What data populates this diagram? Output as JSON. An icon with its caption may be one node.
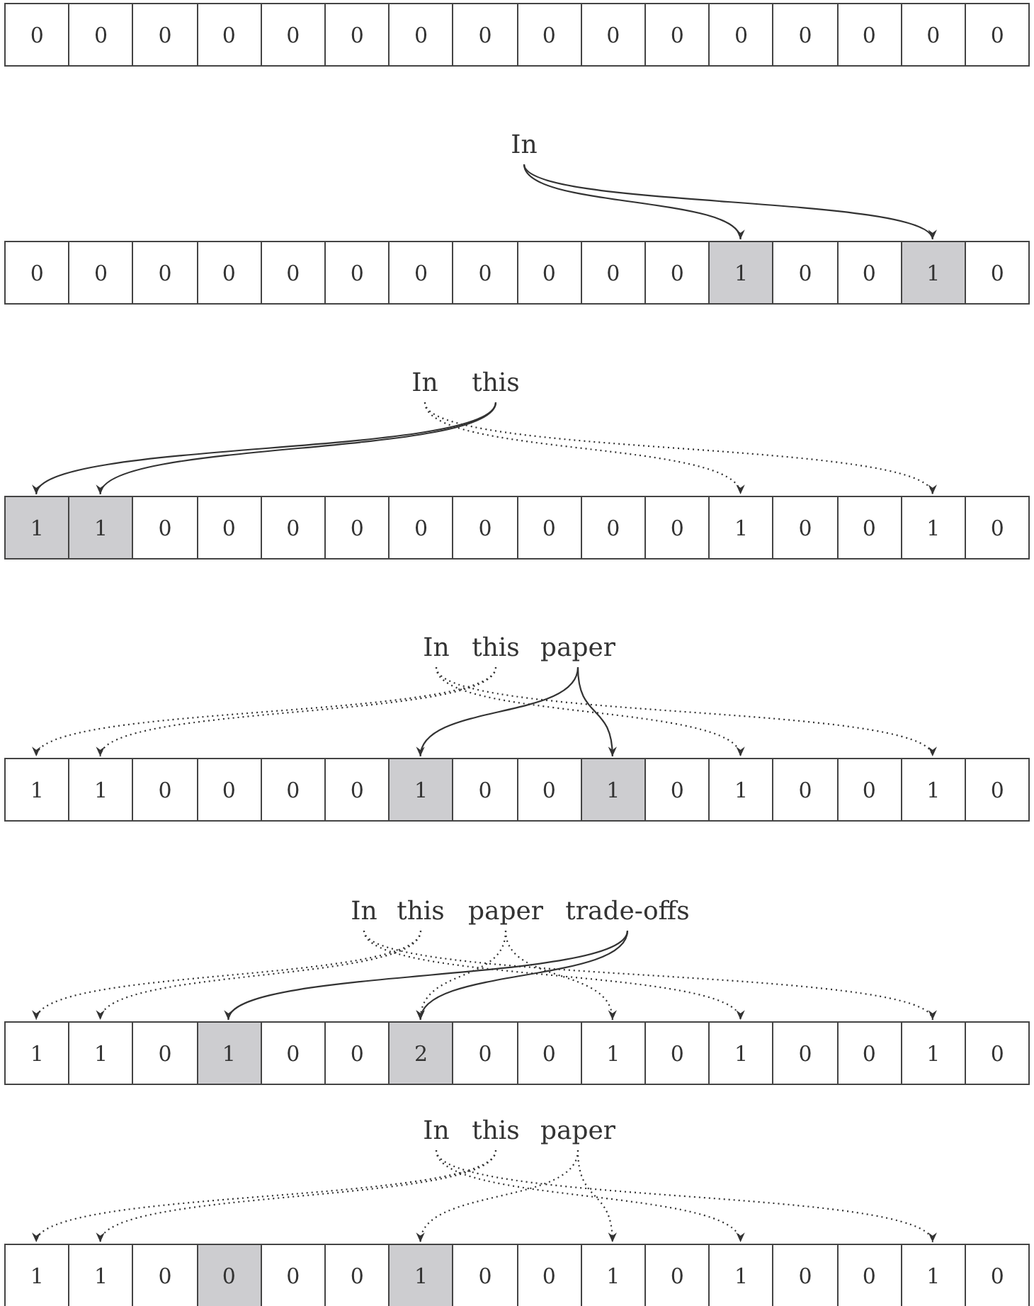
{
  "diagram": {
    "nodes": [
      {
        "text": [
          "0"
        ]
      },
      {
        "text": [
          "0"
        ]
      },
      {
        "text": [
          "0"
        ]
      },
      {
        "text": [
          "0"
        ]
      },
      {
        "text": [
          "0"
        ]
      },
      {
        "text": [
          "0"
        ]
      },
      {
        "text": [
          "0"
        ]
      },
      {
        "text": [
          "0"
        ]
      },
      {
        "text": [
          "0"
        ]
      },
      {
        "text": [
          "0"
        ]
      },
      {
        "text": [
          "0"
        ]
      },
      {
        "text": [
          "0"
        ]
      },
      {
        "text": [
          "0"
        ]
      },
      {
        "text": [
          "0"
        ]
      },
      {
        "text": [
          "0"
        ]
      },
      {
        "text": [
          "0"
        ]
      },
      {
        "text": [
          "In"
        ]
      },
      {
        "text": [
          "0"
        ]
      },
      {
        "text": [
          "0"
        ]
      },
      {
        "text": [
          "0"
        ]
      },
      {
        "text": [
          "0"
        ]
      },
      {
        "text": [
          "0"
        ]
      },
      {
        "text": [
          "0"
        ]
      },
      {
        "text": [
          "0"
        ]
      },
      {
        "text": [
          "0"
        ]
      },
      {
        "text": [
          "0"
        ]
      },
      {
        "text": [
          "0"
        ]
      },
      {
        "text": [
          "0"
        ]
      },
      {
        "text": [
          "1"
        ]
      },
      {
        "text": [
          "0"
        ]
      },
      {
        "text": [
          "0"
        ]
      },
      {
        "text": [
          "1"
        ]
      },
      {
        "text": [
          "0"
        ]
      },
      {
        "text": [
          "In"
        ]
      },
      {
        "text": [
          "this"
        ]
      },
      {
        "text": [
          "1"
        ]
      },
      {
        "text": [
          "1"
        ]
      },
      {
        "text": [
          "0"
        ]
      },
      {
        "text": [
          "0"
        ]
      },
      {
        "text": [
          "0"
        ]
      },
      {
        "text": [
          "0"
        ]
      },
      {
        "text": [
          "0"
        ]
      },
      {
        "text": [
          "0"
        ]
      },
      {
        "text": [
          "0"
        ]
      },
      {
        "text": [
          "0"
        ]
      },
      {
        "text": [
          "0"
        ]
      },
      {
        "text": [
          "1"
        ]
      },
      {
        "text": [
          "0"
        ]
      },
      {
        "text": [
          "0"
        ]
      },
      {
        "text": [
          "1"
        ]
      },
      {
        "text": [
          "0"
        ]
      },
      {
        "text": [
          "In"
        ]
      },
      {
        "text": [
          "this"
        ]
      },
      {
        "text": [
          "paper"
        ]
      },
      {
        "text": [
          "1"
        ]
      },
      {
        "text": [
          "1"
        ]
      },
      {
        "text": [
          "0"
        ]
      },
      {
        "text": [
          "0"
        ]
      },
      {
        "text": [
          "0"
        ]
      },
      {
        "text": [
          "0"
        ]
      },
      {
        "text": [
          "1"
        ]
      },
      {
        "text": [
          "0"
        ]
      },
      {
        "text": [
          "0"
        ]
      },
      {
        "text": [
          "1"
        ]
      },
      {
        "text": [
          "0"
        ]
      },
      {
        "text": [
          "1"
        ]
      },
      {
        "text": [
          "0"
        ]
      },
      {
        "text": [
          "0"
        ]
      },
      {
        "text": [
          "1"
        ]
      },
      {
        "text": [
          "0"
        ]
      },
      {
        "text": [
          "In"
        ]
      },
      {
        "text": [
          "this"
        ]
      },
      {
        "text": [
          "paper"
        ]
      },
      {
        "text": [
          "trade-offs"
        ]
      },
      {
        "text": [
          "1"
        ]
      },
      {
        "text": [
          "1"
        ]
      },
      {
        "text": [
          "0"
        ]
      },
      {
        "text": [
          "1"
        ]
      },
      {
        "text": [
          "0"
        ]
      },
      {
        "text": [
          "0"
        ]
      },
      {
        "text": [
          "2"
        ]
      },
      {
        "text": [
          "0"
        ]
      },
      {
        "text": [
          "0"
        ]
      },
      {
        "text": [
          "1"
        ]
      },
      {
        "text": [
          "0"
        ]
      },
      {
        "text": [
          "1"
        ]
      },
      {
        "text": [
          "0"
        ]
      },
      {
        "text": [
          "0"
        ]
      },
      {
        "text": [
          "1"
        ]
      },
      {
        "text": [
          "0"
        ]
      },
      {
        "text": [
          "In"
        ]
      },
      {
        "text": [
          "this"
        ]
      },
      {
        "text": [
          "paper"
        ]
      },
      {
        "text": [
          "1"
        ]
      },
      {
        "text": [
          "1"
        ]
      },
      {
        "text": [
          "0"
        ]
      },
      {
        "text": [
          "0"
        ]
      },
      {
        "text": [
          "0"
        ]
      },
      {
        "text": [
          "0"
        ]
      },
      {
        "text": [
          "1"
        ]
      },
      {
        "text": [
          "0"
        ]
      },
      {
        "text": [
          "0"
        ]
      },
      {
        "text": [
          "1"
        ]
      },
      {
        "text": [
          "0"
        ]
      },
      {
        "text": [
          "1"
        ]
      },
      {
        "text": [
          "0"
        ]
      },
      {
        "text": [
          "0"
        ]
      },
      {
        "text": [
          "1"
        ]
      },
      {
        "text": [
          "0"
        ]
      }
    ],
    "edges": [
      {
        "from": 16,
        "to": 28,
        "arrow": "to"
      },
      {
        "from": 16,
        "to": 31,
        "arrow": "to"
      },
      {
        "from": 33,
        "to": 46,
        "arrow": "to",
        "style": "dashed"
      },
      {
        "from": 33,
        "to": 49,
        "arrow": "to",
        "style": "dashed"
      },
      {
        "from": 34,
        "to": 35,
        "arrow": "to"
      },
      {
        "from": 34,
        "to": 36,
        "arrow": "to"
      },
      {
        "from": 51,
        "to": 65,
        "arrow": "to",
        "style": "dashed"
      },
      {
        "from": 51,
        "to": 68,
        "arrow": "to",
        "style": "dashed"
      },
      {
        "from": 52,
        "to": 54,
        "arrow": "to",
        "style": "dashed"
      },
      {
        "from": 52,
        "to": 55,
        "arrow": "to",
        "style": "dashed"
      },
      {
        "from": 53,
        "to": 60,
        "arrow": "to"
      },
      {
        "from": 53,
        "to": 63,
        "arrow": "to"
      },
      {
        "from": 70,
        "to": 85,
        "arrow": "to",
        "style": "dashed"
      },
      {
        "from": 70,
        "to": 88,
        "arrow": "to",
        "style": "dashed"
      },
      {
        "from": 71,
        "to": 74,
        "arrow": "to",
        "style": "dashed"
      },
      {
        "from": 71,
        "to": 75,
        "arrow": "to",
        "style": "dashed"
      },
      {
        "from": 72,
        "to": 80,
        "arrow": "to",
        "style": "dashed"
      },
      {
        "from": 72,
        "to": 83,
        "arrow": "to",
        "style": "dashed"
      },
      {
        "from": 73,
        "to": 77,
        "arrow": "to"
      },
      {
        "from": 73,
        "to": 80,
        "arrow": "to"
      },
      {
        "from": 90,
        "to": 104,
        "arrow": "to",
        "style": "dashed"
      },
      {
        "from": 90,
        "to": 107,
        "arrow": "to",
        "style": "dashed"
      },
      {
        "from": 91,
        "to": 93,
        "arrow": "to",
        "style": "dashed"
      },
      {
        "from": 91,
        "to": 94,
        "arrow": "to",
        "style": "dashed"
      },
      {
        "from": 92,
        "to": 99,
        "arrow": "to",
        "style": "dashed"
      },
      {
        "from": 92,
        "to": 102,
        "arrow": "to",
        "style": "dashed"
      }
    ]
  }
}
